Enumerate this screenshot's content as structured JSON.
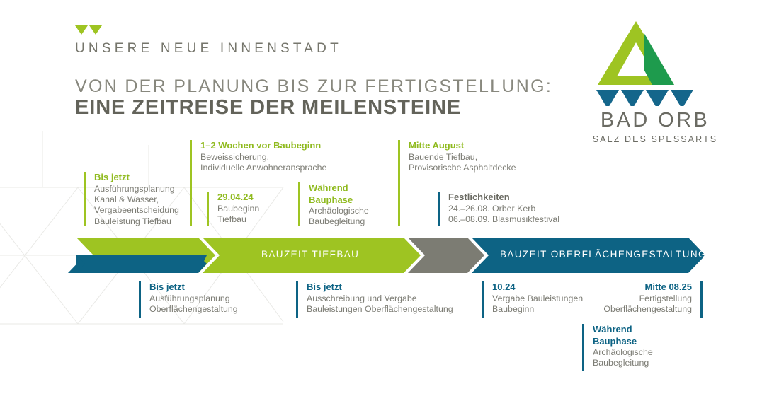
{
  "header": {
    "brand_tagline": "UNSERE NEUE INNENSTADT",
    "subtitle": "VON DER PLANUNG BIS ZUR FERTIGSTELLUNG:",
    "title": "EINE ZEITREISE DER MEILENSTEINE"
  },
  "logo": {
    "name": "BAD ORB",
    "slogan": "SALZ DES SPESSARTS"
  },
  "colors": {
    "green": "#9ec422",
    "blue": "#0d6384",
    "gray": "#7c7c73",
    "text_gray": "#6b6b63"
  },
  "band": {
    "segments": [
      {
        "label": "",
        "color_top": "#9ec422",
        "color_bottom": "#0d6384"
      },
      {
        "label": "BAUZEIT TIEFBAU",
        "color": "#9ec422"
      },
      {
        "label": "",
        "color": "#7c7c73"
      },
      {
        "label": "BAUZEIT OBERFLÄCHENGESTALTUNG",
        "color": "#0d6384"
      }
    ]
  },
  "callouts_top": [
    {
      "title": "1–2 Wochen vor Baubeginn",
      "lines": [
        "Beweissicherung,",
        "Individuelle Anwohneransprache"
      ],
      "accent": "green"
    },
    {
      "title": "Mitte August",
      "lines": [
        "Bauende Tiefbau,",
        "Provisorische Asphaltdecke"
      ],
      "accent": "green"
    },
    {
      "title": "Bis jetzt",
      "lines": [
        "Ausführungsplanung",
        "Kanal & Wasser,",
        "Vergabeentscheidung",
        "Bauleistung Tiefbau"
      ],
      "accent": "green"
    },
    {
      "title": "29.04.24",
      "lines": [
        "Baubeginn",
        "Tiefbau"
      ],
      "accent": "green"
    },
    {
      "title": "Während",
      "title2": "Bauphase",
      "lines": [
        "Archäologische",
        "Baubegleitung"
      ],
      "accent": "green"
    },
    {
      "title": "Festlichkeiten",
      "lines": [
        "24.–26.08. Orber Kerb",
        "06.–08.09. Blasmusikfestival"
      ],
      "accent": "blue-bar-gray-title"
    }
  ],
  "callouts_bottom": [
    {
      "title": "Bis jetzt",
      "lines": [
        "Ausführungsplanung",
        "Oberflächengestaltung"
      ],
      "accent": "blue"
    },
    {
      "title": "Bis jetzt",
      "lines": [
        "Ausschreibung und Vergabe",
        "Bauleistungen Oberflächengestaltung"
      ],
      "accent": "blue"
    },
    {
      "title": "10.24",
      "lines": [
        "Vergabe Bauleistungen",
        "Baubeginn"
      ],
      "accent": "blue"
    },
    {
      "title": "Mitte 08.25",
      "lines": [
        "Fertigstellung",
        "Oberflächengestaltung"
      ],
      "accent": "blue"
    },
    {
      "title": "Während",
      "title2": "Bauphase",
      "lines": [
        "Archäologische",
        "Baubegleitung"
      ],
      "accent": "blue"
    }
  ]
}
